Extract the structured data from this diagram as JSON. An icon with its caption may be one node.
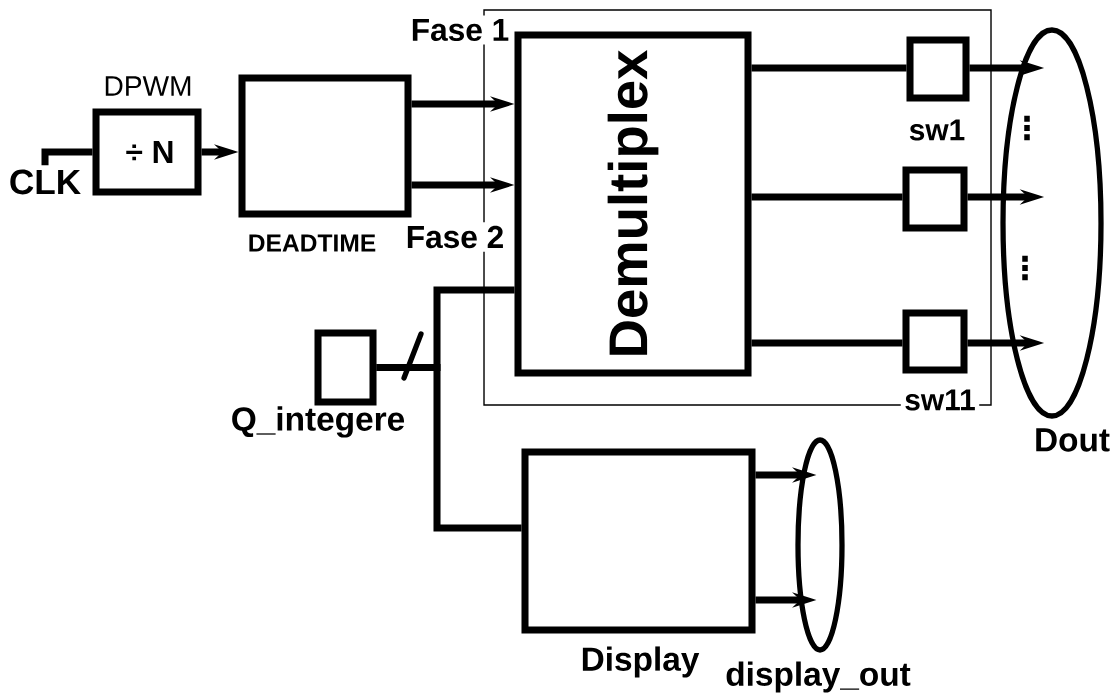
{
  "diagram": {
    "nodes": [
      {
        "text": [],
        "shape": "box"
      },
      {
        "text": [
          "DPWM",
          "÷ N"
        ]
      },
      {
        "text": [
          "DEADTIME"
        ]
      },
      {
        "text": [
          "Demultiplex"
        ],
        "in": 0
      },
      {
        "text": [
          "sw1"
        ],
        "in": 0
      },
      {
        "text": [],
        "shape": "box",
        "in": 0
      },
      {
        "text": [
          "sw11"
        ],
        "in": 0
      },
      {
        "text": [
          "⋮",
          "⋮",
          "Dout"
        ]
      },
      {
        "text": [
          "Q_integere"
        ]
      },
      {
        "text": [
          "Display"
        ]
      },
      {
        "text": [
          "display_out"
        ]
      },
      {
        "text": [
          "CLK"
        ]
      }
    ],
    "edges": [
      {
        "from": 11,
        "to": 1,
        "arrow": "none"
      },
      {
        "from": 1,
        "to": 2,
        "arrow": "to"
      },
      {
        "from": 2,
        "to": 3,
        "arrow": "to",
        "label": "Fase 1"
      },
      {
        "from": 2,
        "to": 3,
        "arrow": "to",
        "label": "Fase 2"
      },
      {
        "from": 8,
        "to": 3,
        "arrow": "none"
      },
      {
        "from": 8,
        "to": 9,
        "arrow": "none"
      },
      {
        "from": 3,
        "to": 4,
        "arrow": "none"
      },
      {
        "from": 3,
        "to": 5,
        "arrow": "none"
      },
      {
        "from": 3,
        "to": 6,
        "arrow": "none"
      },
      {
        "from": 4,
        "to": 7,
        "arrow": "to"
      },
      {
        "from": 5,
        "to": 7,
        "arrow": "to"
      },
      {
        "from": 6,
        "to": 7,
        "arrow": "to"
      },
      {
        "from": 9,
        "to": 10,
        "arrow": "to"
      },
      {
        "from": 9,
        "to": 10,
        "arrow": "to"
      }
    ]
  }
}
